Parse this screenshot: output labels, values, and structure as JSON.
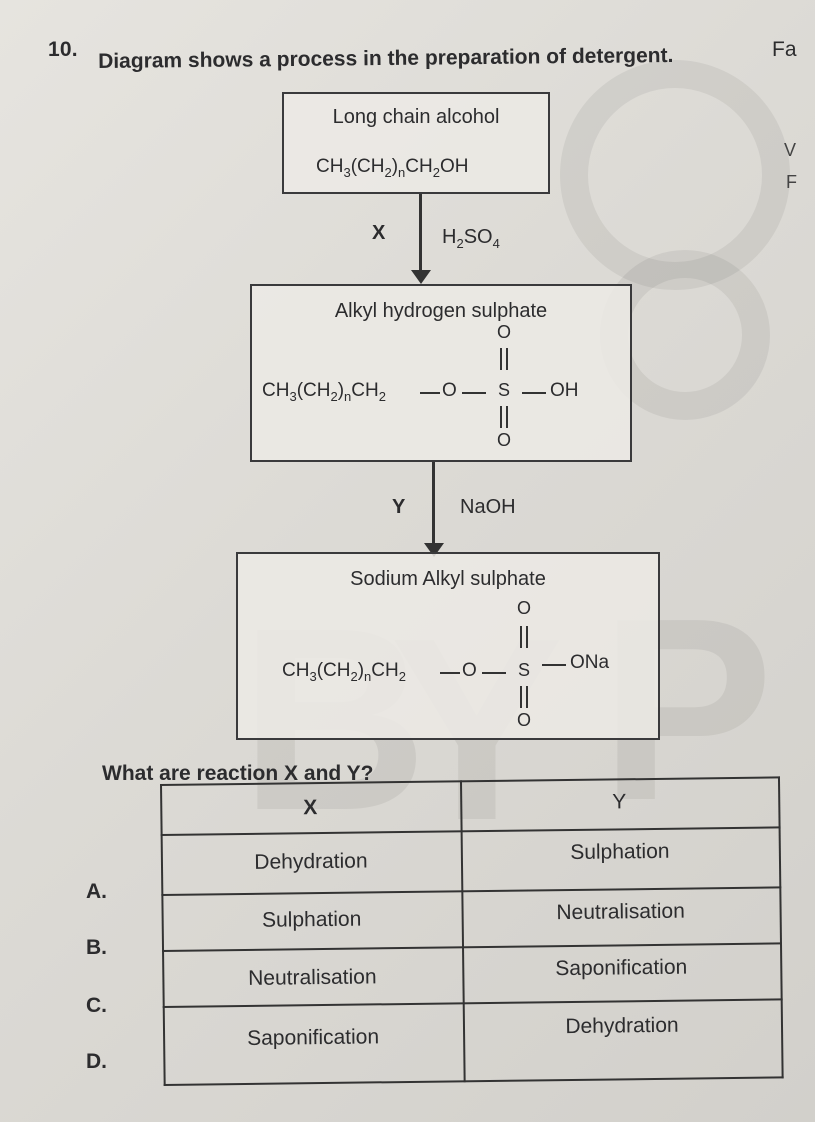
{
  "question": {
    "number": "10.",
    "text": "Diagram shows a process in the preparation of detergent."
  },
  "margin": {
    "note": "Fa",
    "frag1": "V",
    "frag2": "F"
  },
  "diagram": {
    "step1": {
      "title": "Long chain alcohol",
      "formula": {
        "a": "CH",
        "s1": "3",
        "b": "(CH",
        "s2": "2",
        "c": ")",
        "s3": "n",
        "d": "CH",
        "s4": "2",
        "e": "OH"
      }
    },
    "arrow1": {
      "left_label": "X",
      "reagent_a": "H",
      "reagent_s1": "2",
      "reagent_b": "SO",
      "reagent_s2": "4"
    },
    "step2": {
      "title": "Alkyl hydrogen sulphate",
      "chain": {
        "a": "CH",
        "s1": "3",
        "b": "(CH",
        "s2": "2",
        "c": ")",
        "s3": "n",
        "d": "CH",
        "s4": "2"
      },
      "o_bridge": "O",
      "sulfur": "S",
      "o_top": "O",
      "o_bottom": "O",
      "end_group": "OH"
    },
    "arrow2": {
      "left_label": "Y",
      "reagent": "NaOH"
    },
    "step3": {
      "title": "Sodium Alkyl sulphate",
      "chain": {
        "a": "CH",
        "s1": "3",
        "b": "(CH",
        "s2": "2",
        "c": ")",
        "s3": "n",
        "d": "CH",
        "s4": "2"
      },
      "o_bridge": "O",
      "sulfur": "S",
      "o_top": "O",
      "o_bottom": "O",
      "end_group": "ONa"
    }
  },
  "prompt": "What are reaction X and Y?",
  "table": {
    "headers": [
      "X",
      "Y"
    ],
    "rows": [
      {
        "option": "A.",
        "x": "Dehydration",
        "y": "Sulphation"
      },
      {
        "option": "B.",
        "x": "Sulphation",
        "y": "Neutralisation"
      },
      {
        "option": "C.",
        "x": "Neutralisation",
        "y": "Saponification"
      },
      {
        "option": "D.",
        "x": "Saponification",
        "y": "Dehydration"
      }
    ]
  }
}
